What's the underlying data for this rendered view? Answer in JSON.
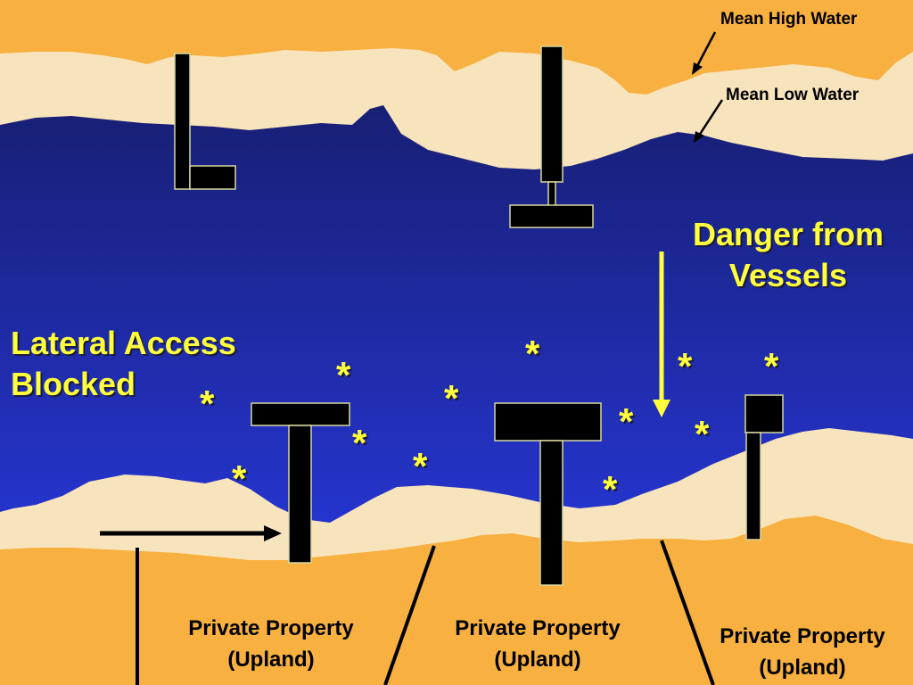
{
  "labels": {
    "mean_high_water": "Mean High Water",
    "mean_low_water": "Mean Low Water",
    "danger_line1": "Danger from",
    "danger_line2": "Vessels",
    "lateral_line1": "Lateral Access",
    "lateral_line2": "Blocked"
  },
  "properties": [
    {
      "line1": "Private Property",
      "line2": "(Upland)"
    },
    {
      "line1": "Private Property",
      "line2": "(Upland)"
    },
    {
      "line1": "Private Property",
      "line2": "(Upland)"
    }
  ],
  "star_glyph": "*",
  "colors": {
    "upland": "#f8b040",
    "beach": "#f8e4bc",
    "water_top": "#141a5e",
    "water_bottom": "#2a3cf0",
    "label_yellow": "#ffff3c",
    "pier": "#000000",
    "pier_outline": "#d8d8a0"
  }
}
